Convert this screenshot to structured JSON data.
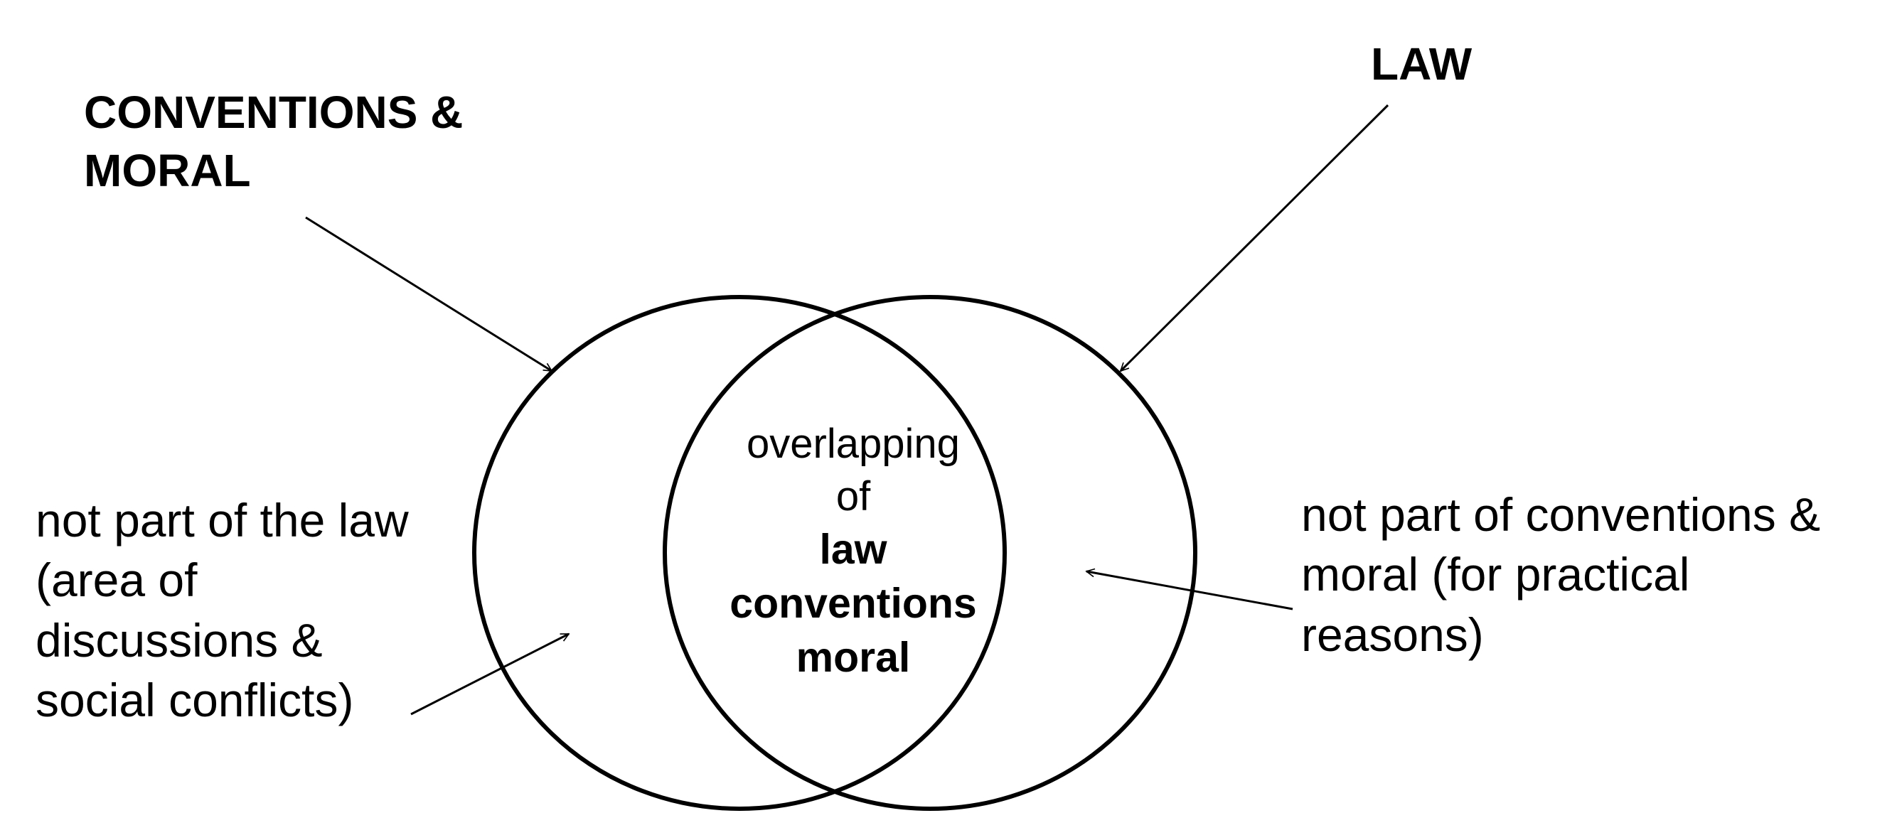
{
  "sets": {
    "left": {
      "label_lines": [
        "CONVENTIONS &",
        "MORAL"
      ]
    },
    "right": {
      "label_lines": [
        "LAW"
      ]
    }
  },
  "regions": {
    "left_only": {
      "lines": [
        "not part of the law",
        "(area of",
        "discussions &",
        "social conflicts)"
      ]
    },
    "right_only": {
      "lines": [
        "not part of conventions &",
        "moral (for practical",
        "reasons)"
      ]
    },
    "overlap": {
      "lines": [
        "overlapping",
        "of"
      ],
      "bold_lines": [
        "law",
        "conventions",
        "moral"
      ]
    }
  },
  "colors": {
    "stroke": "#000000",
    "background": "#ffffff"
  }
}
